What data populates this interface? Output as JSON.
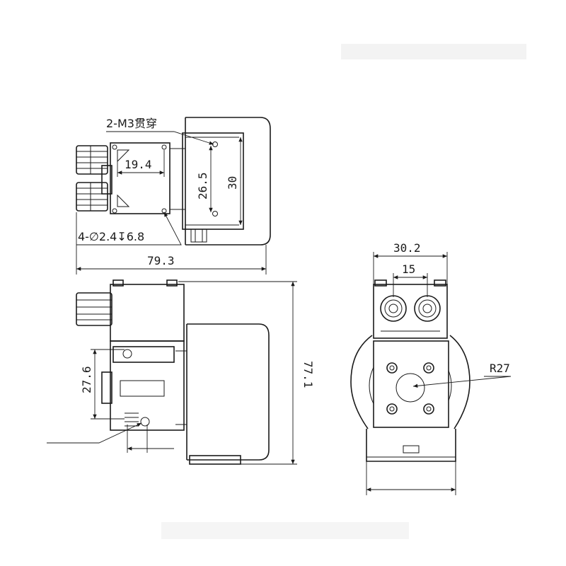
{
  "diagram": {
    "labels": {
      "through_holes": "2-M3贯穿",
      "hole_spacing_x": "19.4",
      "hole_spacing_y": "26.5",
      "flange_height": "30",
      "blind_holes": "4-∅2.4↧6.8",
      "total_length": "79.3",
      "total_height": "77.1",
      "mount_height": "27.6",
      "side_width": "30.2",
      "port_spacing": "15",
      "radius": "R27"
    },
    "icons": [
      "arrow-icon",
      "hole-icon",
      "tube-fitting-icon"
    ]
  }
}
